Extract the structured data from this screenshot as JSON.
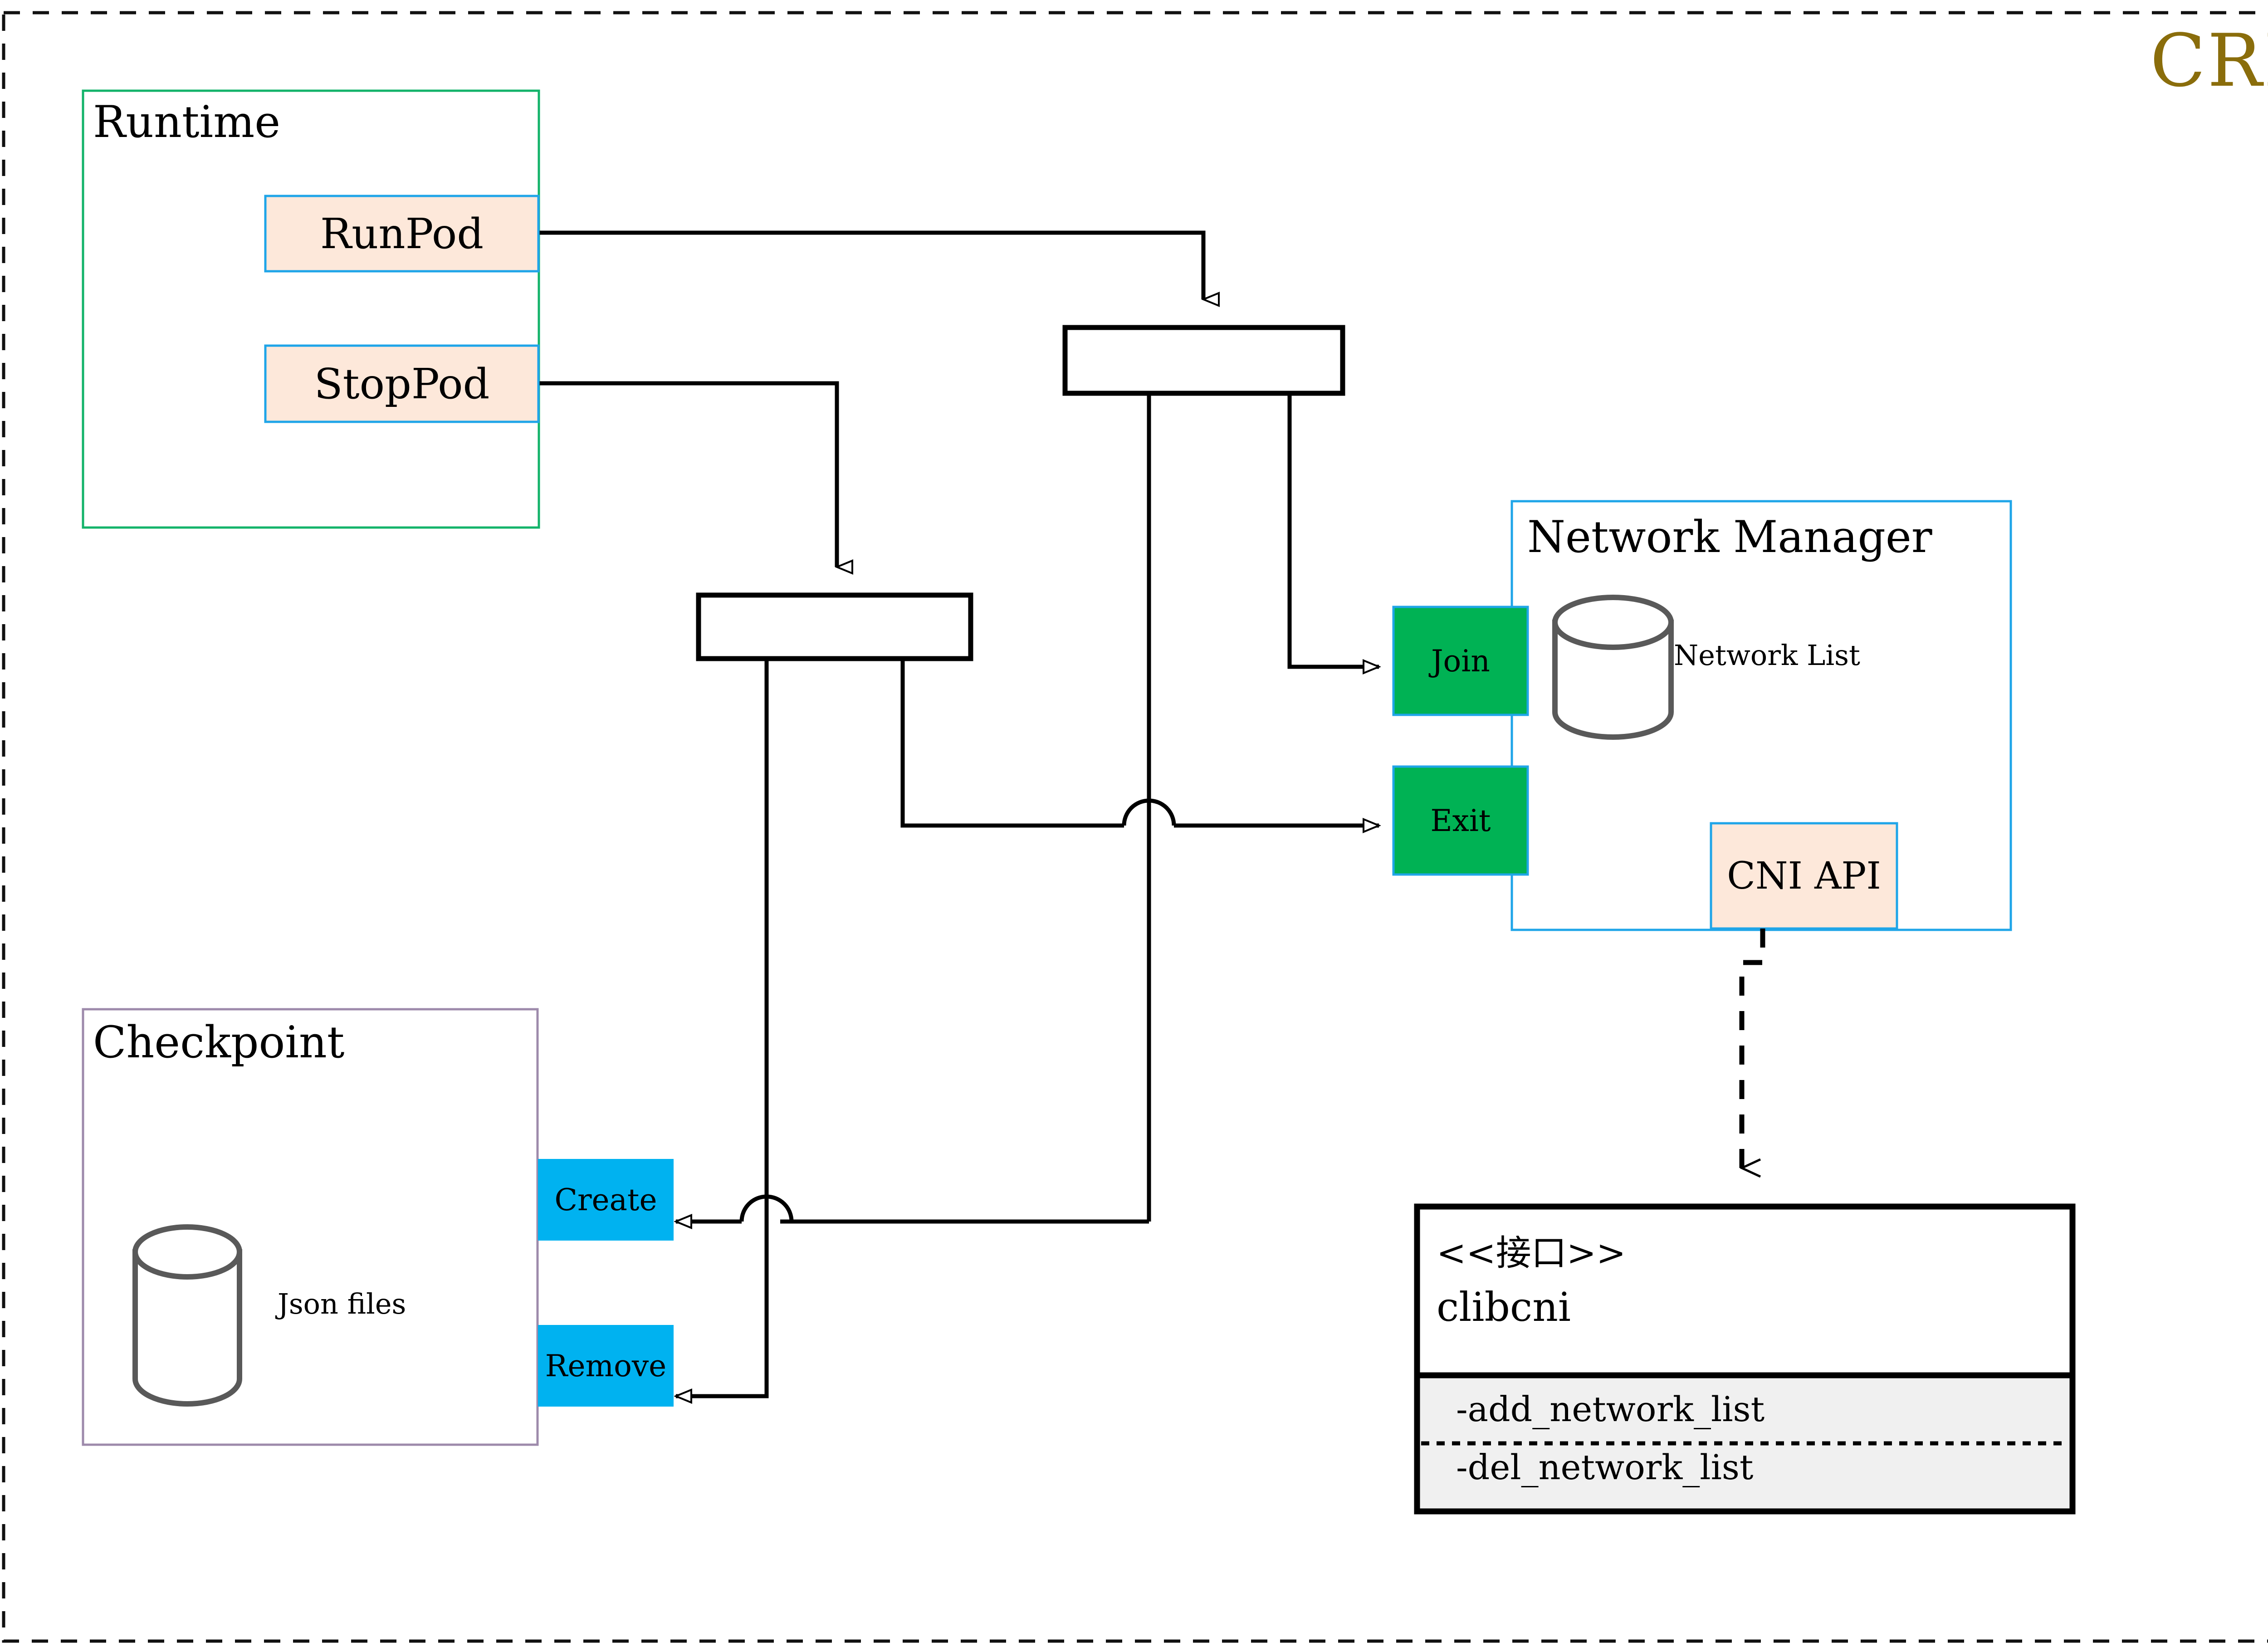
{
  "diagram": {
    "title": "CRI",
    "title_color": "#8a6d0b",
    "colors": {
      "peach_fill": "#fde8da",
      "blue_border": "#1fa5e8",
      "green_border": "#13b36a",
      "purple_border": "#9d8aab",
      "green_fill": "#00b254",
      "cyan_fill": "#00b2f0",
      "cylinder_stroke": "#595959",
      "line": "#000000",
      "interface_body": "#f0f0f0"
    },
    "outer_frame": {
      "style": "dashed"
    },
    "runtime": {
      "label": "Runtime",
      "boxes": [
        {
          "label": "RunPod"
        },
        {
          "label": "StopPod"
        }
      ]
    },
    "checkpoint": {
      "label": "Checkpoint",
      "store_label": "Json files",
      "actions": [
        {
          "label": "Create"
        },
        {
          "label": "Remove"
        }
      ]
    },
    "network_manager": {
      "label": "Network Manager",
      "store_label": "Network List",
      "api_label": "CNI API",
      "ports": [
        {
          "label": "Join"
        },
        {
          "label": "Exit"
        }
      ]
    },
    "interface_box": {
      "stereotype": "<<接口>>",
      "name": "clibcni",
      "methods": [
        "-add_network_list",
        "-del_network_list"
      ]
    }
  }
}
